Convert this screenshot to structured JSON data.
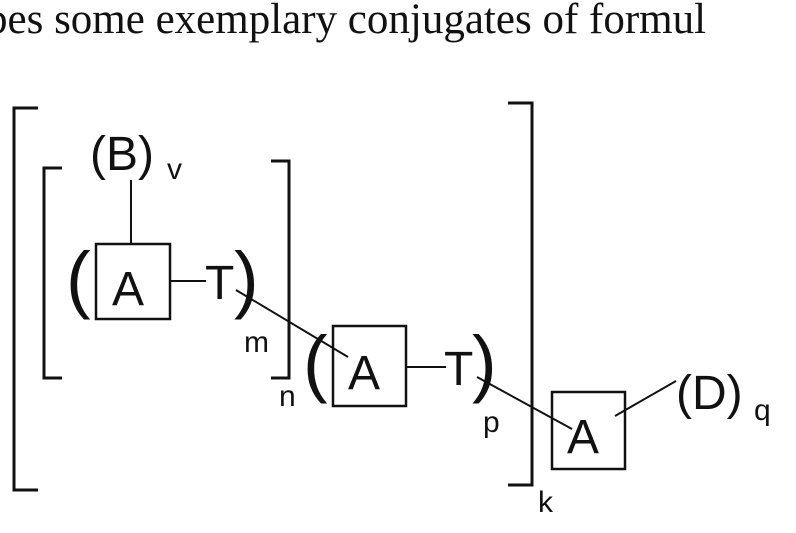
{
  "caption": "bes some exemplary conjugates of formul",
  "formula": {
    "branch_group": "(B)",
    "branch_subscript": "v",
    "drug_group": "(D)",
    "drug_subscript": "q",
    "unit_a": "A",
    "linker_t": "T",
    "inner_paren_subscript": "m",
    "inner_bracket_subscript": "n",
    "middle_paren_subscript": "p",
    "outer_bracket_subscript": "k",
    "open_paren": "(",
    "close_paren": ")"
  }
}
